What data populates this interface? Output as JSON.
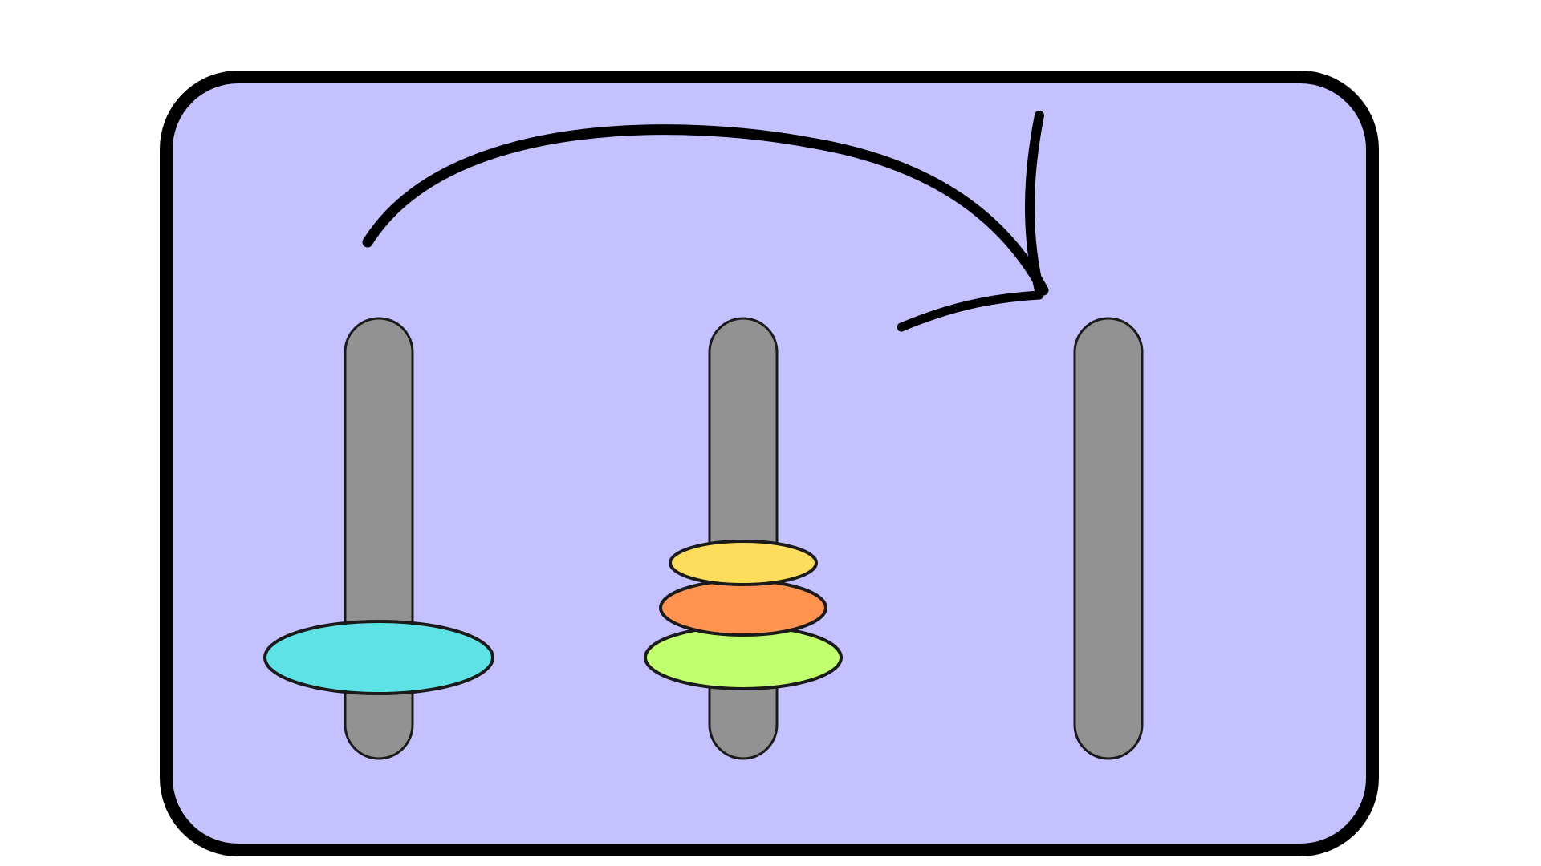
{
  "diagram": {
    "kind": "tower-of-hanoi",
    "colors": {
      "page_background": "#ffffff",
      "panel_fill": "#c5c1ff",
      "panel_stroke": "#000000",
      "peg_fill": "#929292",
      "outline": "#1a1a1a"
    },
    "pegs": [
      {
        "id": "peg-1",
        "disks": [
          {
            "size_rank": 4,
            "color": "#5ee2e6"
          }
        ]
      },
      {
        "id": "peg-2",
        "disks": [
          {
            "size_rank": 3,
            "color": "#c1ff6e"
          },
          {
            "size_rank": 2,
            "color": "#ff934f"
          },
          {
            "size_rank": 1,
            "color": "#ffdd5c"
          }
        ]
      },
      {
        "id": "peg-3",
        "disks": []
      }
    ],
    "arrow": {
      "from_peg": "peg-1",
      "to_peg": "peg-3",
      "color": "#000000",
      "icon": "curved-arrow-icon"
    }
  }
}
